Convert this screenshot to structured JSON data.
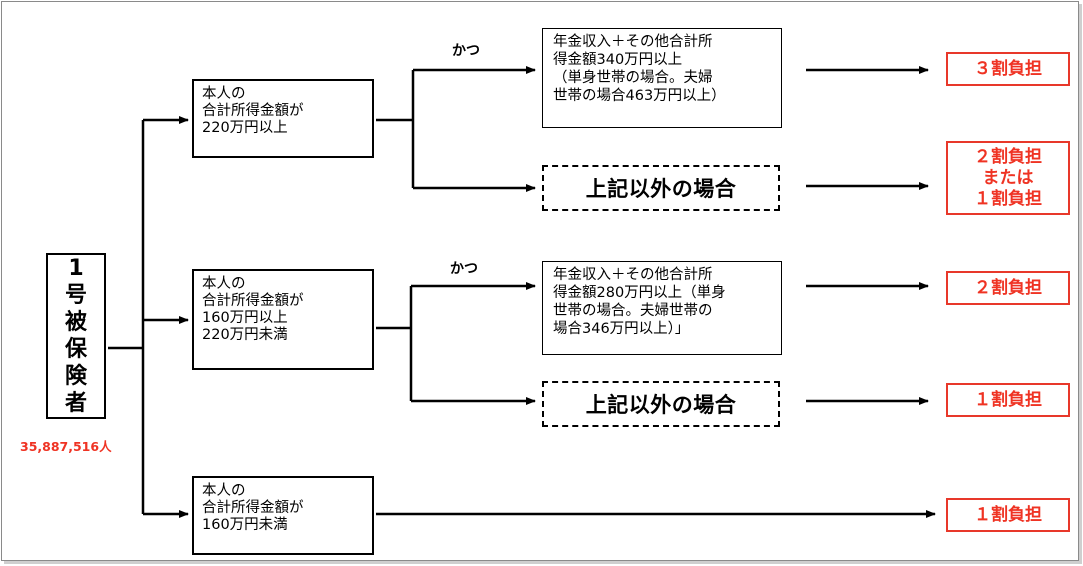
{
  "main_box": {
    "label": "1号被保険者",
    "count": "35,887,516人"
  },
  "conditions": [
    "本人の\n合計所得金額が\n220万円以上",
    "本人の\n合計所得金額が\n160万円以上\n220万円未満",
    "本人の\n合計所得金額が\n160万円未満"
  ],
  "katsu_label": "かつ",
  "details": [
    "年金収入＋その他合計所\n得金額340万円以上\n（単身世帯の場合。夫婦\n世帯の場合463万円以上）",
    "年金収入＋その他合計所\n得金額280万円以上（単身\n世帯の場合。夫婦世帯の\n場合346万円以上）」"
  ],
  "other_case": "上記以外の場合",
  "results": [
    "３割負担",
    "２割負担\nまたは\n１割負担",
    "２割負担",
    "１割負担",
    "１割負担"
  ],
  "colors": {
    "result_red": "#ef3323",
    "line": "#000000"
  }
}
